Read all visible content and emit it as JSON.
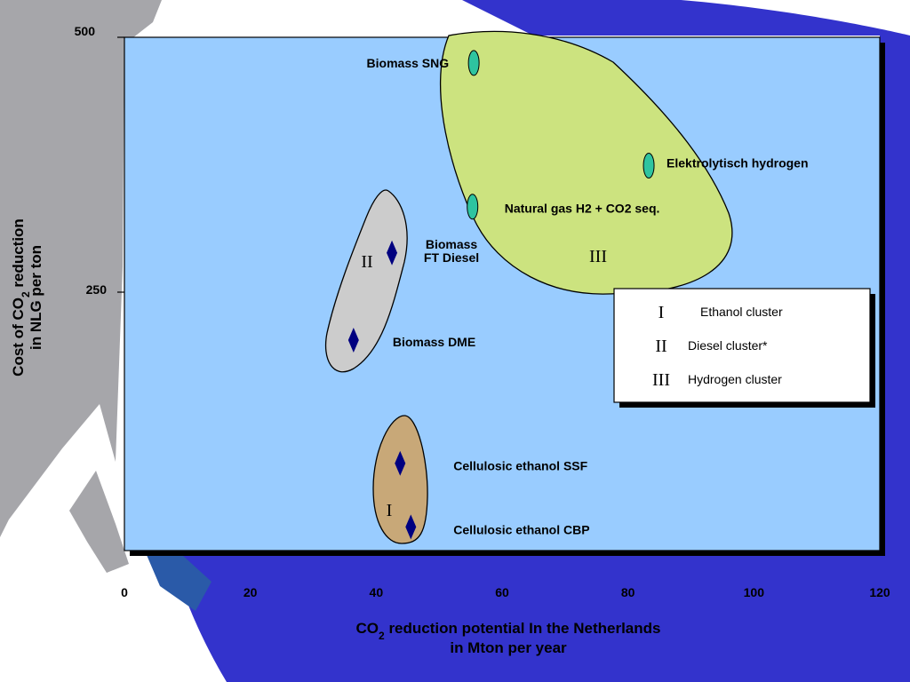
{
  "colors": {
    "plot_bg": "#99ccff",
    "decor_gray": "#a6a6aa",
    "decor_blue": "#3333cc",
    "decor_blue_dark": "#2a5aa8",
    "hydrogen_fill": "#cce37f",
    "diesel_fill": "#cccccc",
    "ethanol_fill": "#c8a878",
    "ellipse_marker": "#2ec4a0",
    "diamond_marker": "#000080"
  },
  "chart_data": {
    "type": "scatter",
    "xlim": [
      0,
      120
    ],
    "ylim": [
      0,
      500
    ],
    "x_ticks": [
      0,
      20,
      40,
      60,
      80,
      100,
      120
    ],
    "y_ticks": [
      250,
      500
    ],
    "xlabel": {
      "line1_prefix": "CO",
      "line1_sub": "2",
      "line1_suffix": " reduction potential In the Netherlands",
      "line2": "in Mton per year"
    },
    "ylabel": {
      "line1_prefix": "Cost of CO",
      "line1_sub": "2",
      "line1_suffix": " reduction",
      "line2": "in NLG per ton"
    },
    "points": [
      {
        "label": "Biomass SNG",
        "x": 55.5,
        "y": 475,
        "marker": "ellipse",
        "cluster": "III"
      },
      {
        "label": "Elektrolytisch hydrogen",
        "x": 83.3,
        "y": 375,
        "marker": "ellipse",
        "cluster": "III"
      },
      {
        "label": "Natural gas H2 + CO2 seq.",
        "x": 55.3,
        "y": 335,
        "marker": "ellipse",
        "cluster": "III"
      },
      {
        "label": "Biomass FT Diesel",
        "x": 42.5,
        "y": 290,
        "marker": "diamond",
        "cluster": "II",
        "label_lines": [
          "Biomass",
          "FT Diesel"
        ]
      },
      {
        "label": "Biomass DME",
        "x": 36.4,
        "y": 205,
        "marker": "diamond",
        "cluster": "II"
      },
      {
        "label": "Cellulosic ethanol SSF",
        "x": 43.8,
        "y": 85,
        "marker": "diamond",
        "cluster": "I"
      },
      {
        "label": "Cellulosic ethanol CBP",
        "x": 45.5,
        "y": 23,
        "marker": "diamond",
        "cluster": "I"
      }
    ],
    "clusters": [
      {
        "id": "III",
        "name": "Hydrogen cluster"
      },
      {
        "id": "II",
        "name": "Diesel cluster*"
      },
      {
        "id": "I",
        "name": "Ethanol cluster"
      }
    ],
    "legend": {
      "position": "right",
      "entries": [
        {
          "symbol": "I",
          "text": "Ethanol cluster"
        },
        {
          "symbol": "II",
          "text": "Diesel cluster*"
        },
        {
          "symbol": "III",
          "text": "Hydrogen cluster"
        }
      ]
    },
    "grid": false
  }
}
